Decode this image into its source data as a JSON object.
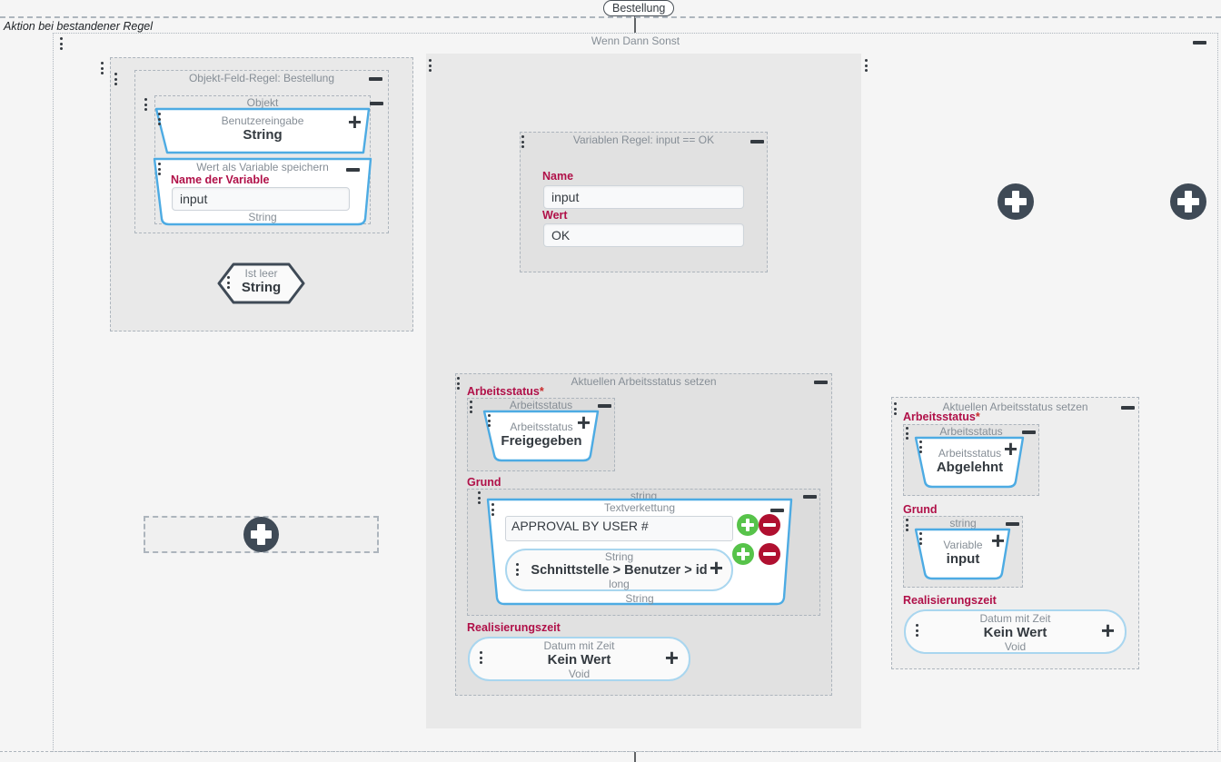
{
  "page": {
    "title_badge": "Bestellung",
    "rule_section_label": "Aktion bei bestandener Regel",
    "ifelse_title": "Wenn Dann Sonst"
  },
  "left_column": {
    "object_field_rule": {
      "title": "Objekt-Feld-Regel: Bestellung",
      "objekt_group": {
        "title": "Objekt",
        "user_input": {
          "type_label": "Benutzereingabe",
          "value": "String"
        },
        "store_variable": {
          "title": "Wert als Variable speichern",
          "field_label": "Name der Variable",
          "field_value": "input",
          "footer_type": "String"
        }
      }
    },
    "is_empty_node": {
      "type_label": "Ist leer",
      "value": "String"
    },
    "add_placeholder": {
      "icon": "plus-circle-icon"
    }
  },
  "middle_column": {
    "variable_rule": {
      "title": "Variablen Regel: input == OK",
      "name_label": "Name",
      "name_value": "input",
      "wert_label": "Wert",
      "wert_value": "OK"
    },
    "set_status": {
      "title": "Aktuellen Arbeitsstatus setzen",
      "arbeitsstatus_label": "Arbeitsstatus",
      "arbeitsstatus_required": "*",
      "arbeitsstatus_group_title": "Arbeitsstatus",
      "arbeitsstatus_value": {
        "type_label": "Arbeitsstatus",
        "value": "Freigegeben"
      },
      "grund_label": "Grund",
      "grund_group_title": "string",
      "textverkettung": {
        "title": "Textverkettung",
        "text_value": "APPROVAL BY USER #",
        "row2": {
          "type_label": "String",
          "value": "Schnittstelle > Benutzer > id",
          "footer_type": "long"
        },
        "footer_type": "String"
      },
      "realisierungszeit_label": "Realisierungszeit",
      "realisierungszeit_value": {
        "type_label": "Datum mit Zeit",
        "value": "Kein Wert",
        "footer_type": "Void"
      }
    }
  },
  "right_column": {
    "set_status": {
      "title": "Aktuellen Arbeitsstatus setzen",
      "arbeitsstatus_label": "Arbeitsstatus",
      "arbeitsstatus_required": "*",
      "arbeitsstatus_group_title": "Arbeitsstatus",
      "arbeitsstatus_value": {
        "type_label": "Arbeitsstatus",
        "value": "Abgelehnt"
      },
      "grund_label": "Grund",
      "grund_group_title": "string",
      "grund_value": {
        "type_label": "Variable",
        "value": "input"
      },
      "realisierungszeit_label": "Realisierungszeit",
      "realisierungszeit_value": {
        "type_label": "Datum mit Zeit",
        "value": "Kein Wert",
        "footer_type": "Void"
      }
    }
  },
  "colors": {
    "accent_blue": "#4dabe3",
    "required_red": "#b01048",
    "add_green": "#57c34a",
    "remove_red": "#b01030",
    "node_dark": "#3f4a56",
    "muted_text": "#868e96",
    "panel_gray": "#e9e9e9"
  }
}
